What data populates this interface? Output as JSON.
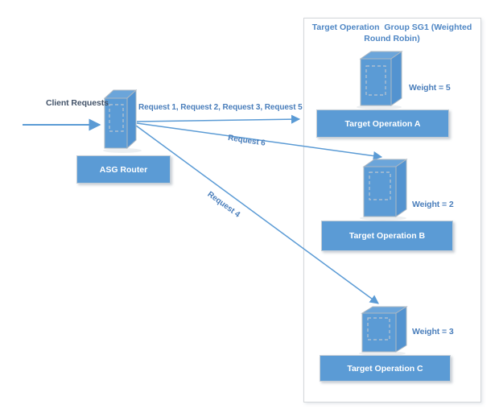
{
  "diagram": {
    "client_requests_label": "Client Requests",
    "router": {
      "label": "ASG Router"
    },
    "group": {
      "title": "Target Operation  Group SG1 (Weighted Round Robin)"
    },
    "arrows": {
      "to_a_label": "Request 1, Request 2, Request 3, Request 5",
      "to_b_label": "Request 6",
      "to_c_label": "Request 4"
    },
    "targets": [
      {
        "name": "Target Operation A",
        "weight_label": "Weight = 5"
      },
      {
        "name": "Target Operation B",
        "weight_label": "Weight = 2"
      },
      {
        "name": "Target Operation C",
        "weight_label": "Weight = 3"
      }
    ],
    "colors": {
      "shape_fill": "#5B9BD5",
      "shape_top_fill": "#6BA5DA",
      "shape_side_fill": "#5393D0",
      "arrow": "#5B9BD5",
      "blue_text": "#4a7ebb",
      "client_text": "#44546A",
      "group_border": "#d3d6d9",
      "label_text": "#ffffff"
    }
  }
}
